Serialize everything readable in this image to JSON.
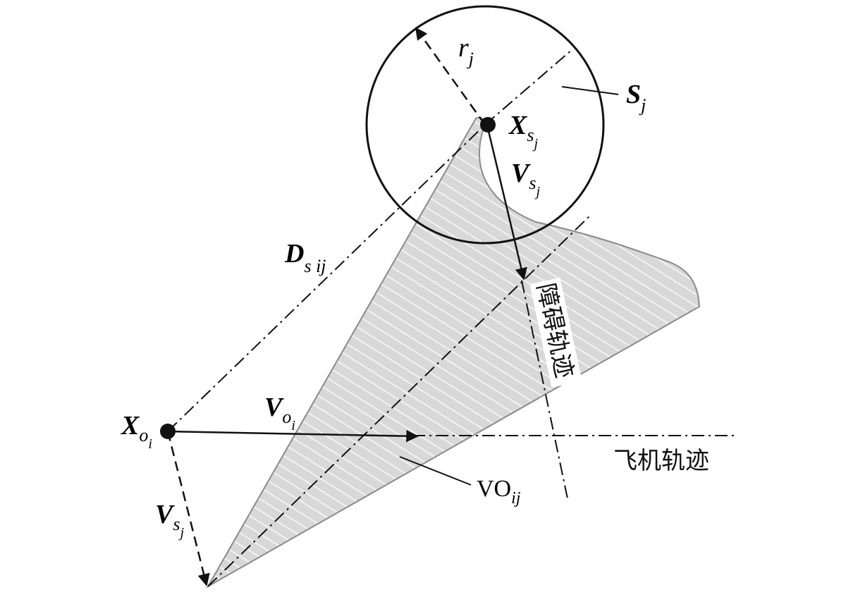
{
  "labels": {
    "r_j": {
      "main": "r",
      "sub": "j"
    },
    "S_j": {
      "main": "S",
      "sub": "j"
    },
    "X_sj": {
      "main": "X",
      "sub": "s",
      "subsub": "j"
    },
    "V_sj_top": {
      "main": "V",
      "sub": "s",
      "subsub": "j"
    },
    "D_sij": {
      "main": "D",
      "sub": "s ij"
    },
    "V_oi": {
      "main": "V",
      "sub": "o",
      "subsub": "i"
    },
    "X_oi": {
      "main": "X",
      "sub": "o",
      "subsub": "i"
    },
    "V_sj_bottom": {
      "main": "V",
      "sub": "s",
      "subsub": "j"
    },
    "VO_ij": {
      "main": "VO",
      "sub": "ij"
    },
    "obstacle_trajectory": "障碍轨迹",
    "aircraft_trajectory": "飞机轨迹"
  },
  "colors": {
    "cone_fill": "#d8d8d8",
    "hatch": "#f2f2f2",
    "stroke": "#111111",
    "cone_edge": "#8a8a8a"
  }
}
